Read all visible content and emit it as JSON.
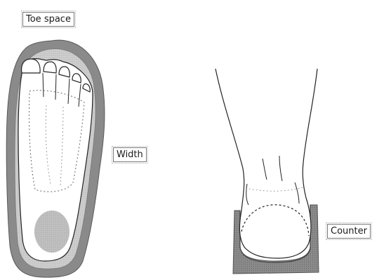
{
  "labels": {
    "toe_space": "Toe space",
    "width": "Width",
    "counter": "Counter"
  },
  "colors": {
    "shoe_outline": "#8a8a8a",
    "insole": "#d4d4d4",
    "heel_spot": "#b8b8b8",
    "ink": "#222222"
  }
}
